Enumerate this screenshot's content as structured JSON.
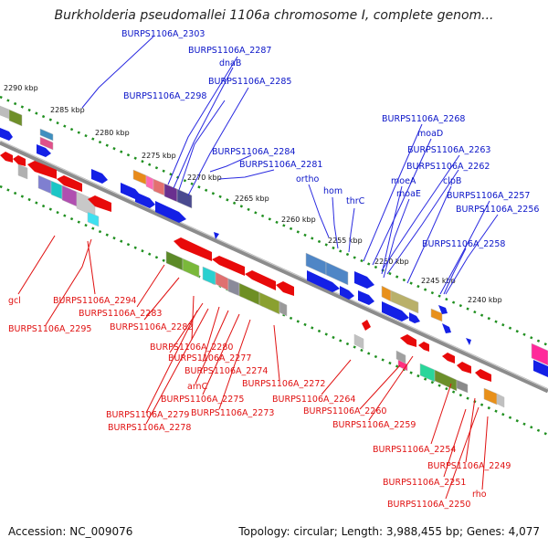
{
  "title": "Burkholderia pseudomallei 1106a chromosome I, complete genom...",
  "footer": {
    "accession": "Accession: NC_009076",
    "info": "Topology: circular; Length: 3,988,455 bp; Genes: 4,077"
  },
  "colors": {
    "forward_label": "#0a14c8",
    "reverse_label": "#e01010",
    "forward_arrow": "#1420e6",
    "reverse_arrow": "#e80a0a",
    "backbone": "#8c8c8c",
    "tick": "#1f8f1f"
  },
  "kbp_labels": [
    "2290 kbp",
    "2285 kbp",
    "2280 kbp",
    "2275 kbp",
    "2270 kbp",
    "2265 kbp",
    "2260 kbp",
    "2255 kbp",
    "2250 kbp",
    "2245 kbp",
    "2240 kbp"
  ],
  "forward_genes": [
    "BURPS1106A_2303",
    "BURPS1106A_2287",
    "dnaB",
    "BURPS1106A_2298",
    "BURPS1106A_2285",
    "BURPS1106A_2284",
    "BURPS1106A_2281",
    "ortho",
    "hom",
    "thrC",
    "BURPS1106A_2268",
    "moaD",
    "BURPS1106A_2263",
    "BURPS1106A_2262",
    "moeA",
    "moaE",
    "clpB",
    "BURPS1106A_2257",
    "BURPS1106A_2256",
    "BURPS1106A_2258"
  ],
  "reverse_genes": [
    "gcl",
    "BURPS1106A_2294",
    "BURPS1106A_2295",
    "BURPS1106A_2283",
    "BURPS1106A_2282",
    "BURPS1106A_2280",
    "BURPS1106A_2277",
    "BURPS1106A_2274",
    "arnC",
    "BURPS1106A_2275",
    "BURPS1106A_2279",
    "BURPS1106A_2273",
    "BURPS1106A_2278",
    "BURPS1106A_2272",
    "BURPS1106A_2264",
    "BURPS1106A_2260",
    "BURPS1106A_2259",
    "BURPS1106A_2254",
    "BURPS1106A_2249",
    "BURPS1106A_2251",
    "BURPS1106A_2250",
    "rho"
  ]
}
